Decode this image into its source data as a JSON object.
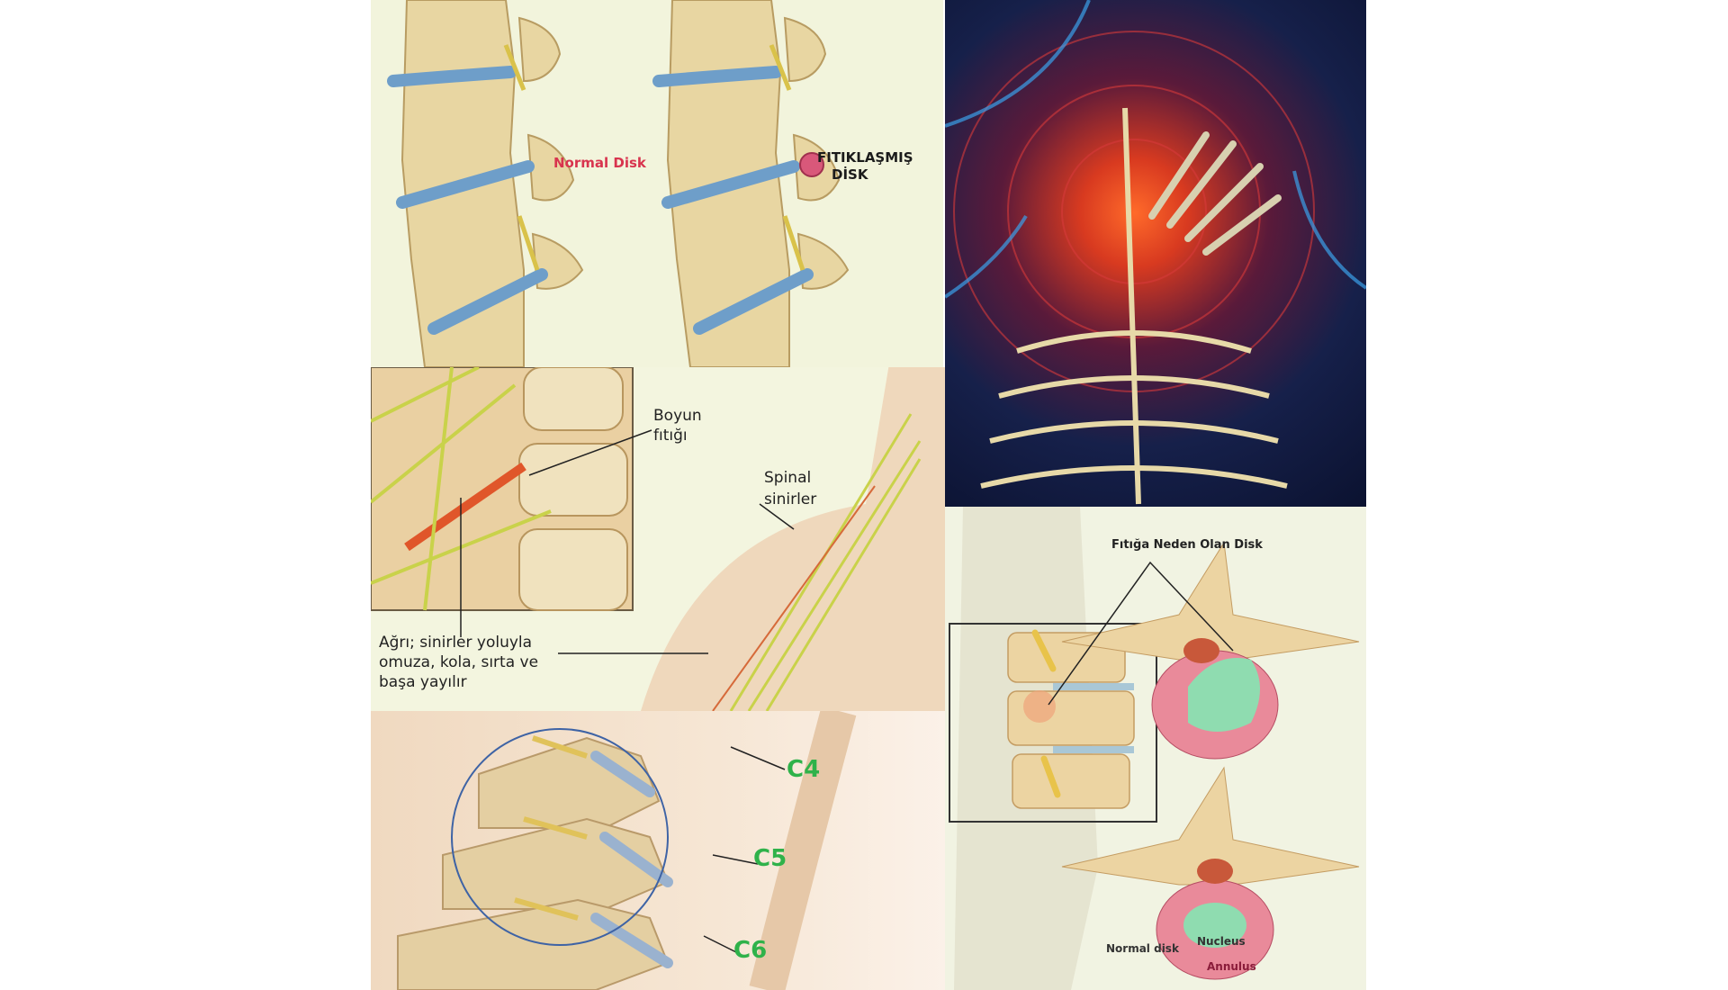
{
  "panels": {
    "lumbar_compare": {
      "normal_label": "Normal Disk",
      "herniated_label_line1": "FITIKLAŞMIŞ",
      "herniated_label_line2": "DİSK"
    },
    "cervical_nerves": {
      "hernia_label_line1": "Boyun",
      "hernia_label_line2": "fıtığı",
      "nerves_label_line1": "Spinal",
      "nerves_label_line2": "sinirler",
      "pain_line1": "Ağrı; sinirler yoluyla",
      "pain_line2": "omuza, kola, sırta ve",
      "pain_line3": "başa yayılır"
    },
    "cervical_levels": {
      "levels": [
        "C4",
        "C5",
        "C6"
      ]
    },
    "disc_cross_section": {
      "title": "Fıtığa Neden Olan Disk",
      "normal_label": "Normal disk",
      "nucleus_label": "Nucleus",
      "annulus_label": "Annulus"
    }
  },
  "colors": {
    "background": "#f3f5df",
    "bone": "#e9d9a8",
    "disc": "#7fa9c9",
    "nerve": "#c9d24a",
    "pain": "#e8452a",
    "dark_panel": "#0f1a3a",
    "level_label": "#2fb24a"
  }
}
